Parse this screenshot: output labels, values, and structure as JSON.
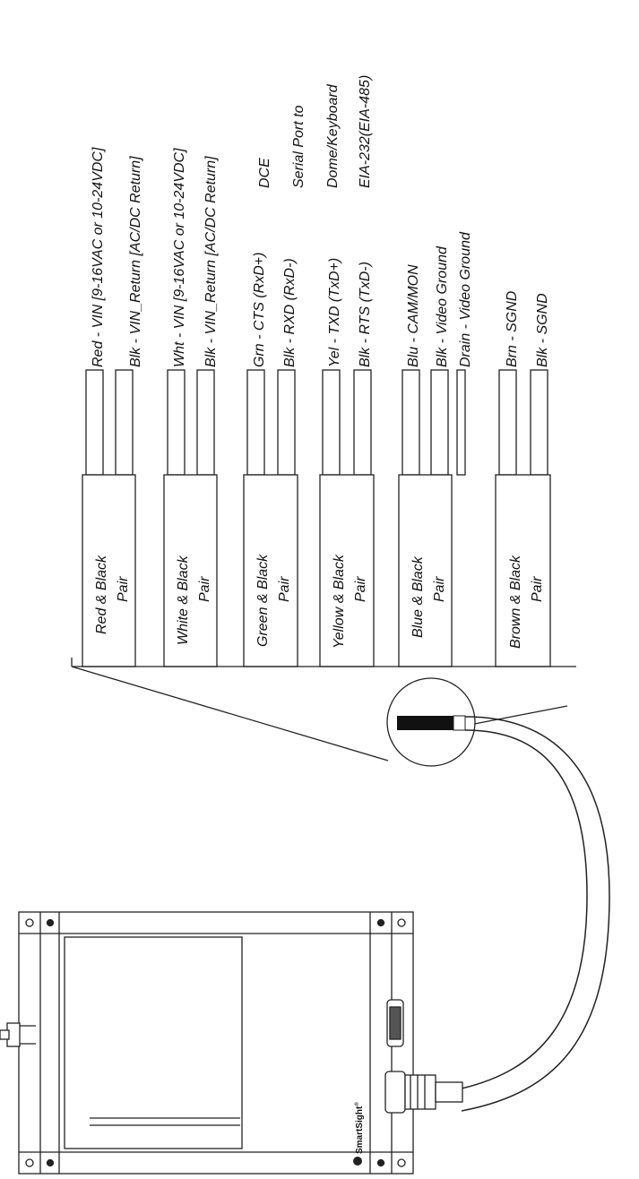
{
  "pairs": [
    {
      "name_line1": "Red & Black",
      "name_line2": "Pair",
      "wires": [
        "Red - VIN [9-16VAC or 10-24VDC]",
        "Blk - VIN_Return [AC/DC Return]"
      ]
    },
    {
      "name_line1": "White & Black",
      "name_line2": "Pair",
      "wires": [
        "Wht - VIN    [9-16VAC or 10-24VDC]",
        "Blk - VIN_Return        [AC/DC Return]"
      ]
    },
    {
      "name_line1": "Green & Black",
      "name_line2": "Pair",
      "wires": [
        "Grn - CTS (RxD+)",
        "Blk - RXD (RxD-)"
      ]
    },
    {
      "name_line1": "Yellow & Black",
      "name_line2": "Pair",
      "wires": [
        "Yel - TXD (TxD+)",
        "Blk - RTS (TxD-)"
      ]
    },
    {
      "name_line1": "Blue & Black",
      "name_line2": "Pair",
      "wires": [
        "Blu - CAM/MON",
        "Blk - Video Ground",
        "Drain - Video Ground"
      ]
    },
    {
      "name_line1": "Brown & Black",
      "name_line2": "Pair",
      "wires": [
        "Brn - SGND",
        "Blk - SGND"
      ]
    }
  ],
  "serial_note": [
    "DCE",
    "Serial Port to",
    "Dome/Keyboard",
    "EIA-232(EIA-485)"
  ],
  "device": {
    "brand": "SmartSight",
    "trademark": "®"
  }
}
